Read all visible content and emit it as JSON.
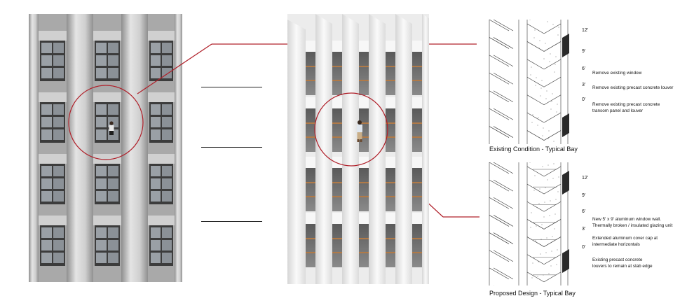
{
  "existing": {
    "title": "Existing Condition - Typical Bay",
    "levels": [
      "12'",
      "9'",
      "6'",
      "3'",
      "0'"
    ],
    "notes": [
      "Remove existing window",
      "Remove existing precast concrete louver",
      "Remove existing precast concrete",
      "transom panel and louver"
    ]
  },
  "proposed": {
    "title": "Proposed Design - Typical Bay",
    "levels": [
      "12'",
      "9'",
      "6'",
      "3'",
      "0'"
    ],
    "notes": [
      "New 5' x 9' aluminum window wall.",
      "Thermally broken / insulated glazing unit",
      "Extended aluminum cover cap at",
      "intermediate horizontals",
      "Existing precast concrete",
      "louvers to remain at slab edge"
    ]
  },
  "colors": {
    "callout_red": "#b0202a",
    "mullion_wood": "#b07a48",
    "glass_gray": "#6a6a6a"
  }
}
